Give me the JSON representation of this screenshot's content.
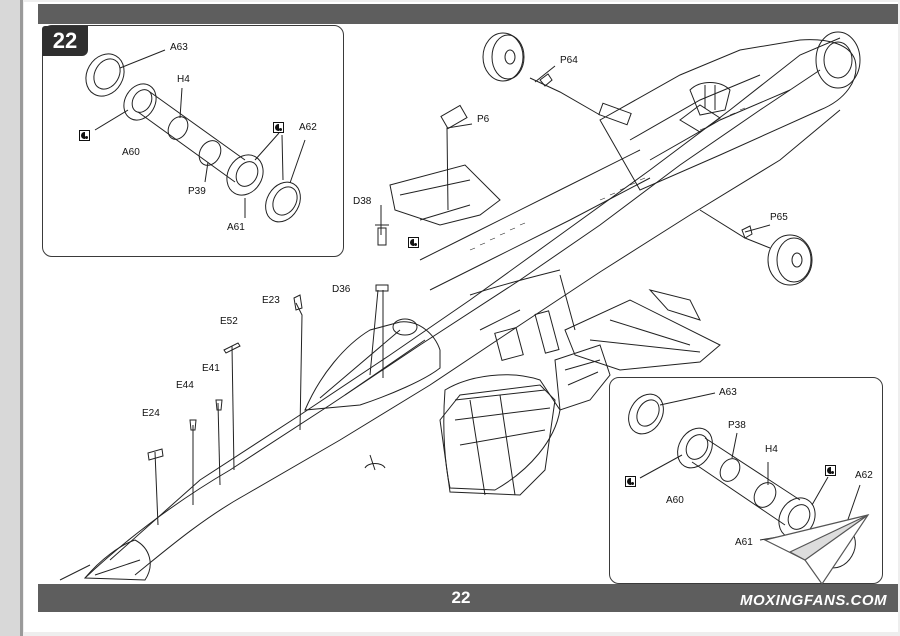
{
  "step_number": "22",
  "page_number": "22",
  "watermark": "MOXINGFANS.COM",
  "inset_top_left": {
    "labels": {
      "a63": "A63",
      "h4": "H4",
      "a60": "A60",
      "p39": "P39",
      "a61": "A61",
      "a62": "A62"
    }
  },
  "main_assembly": {
    "labels": {
      "p64": "P64",
      "p6": "P6",
      "d38": "D38",
      "d36": "D36",
      "e23": "E23",
      "e52": "E52",
      "e41": "E41",
      "e44": "E44",
      "e24": "E24",
      "p65": "P65"
    }
  },
  "inset_bottom_right": {
    "labels": {
      "a63": "A63",
      "p38": "P38",
      "h4": "H4",
      "a60": "A60",
      "a62": "A62",
      "a61": "A61"
    }
  },
  "colors": {
    "bar": "#5e5e5e",
    "ink": "#222222"
  }
}
